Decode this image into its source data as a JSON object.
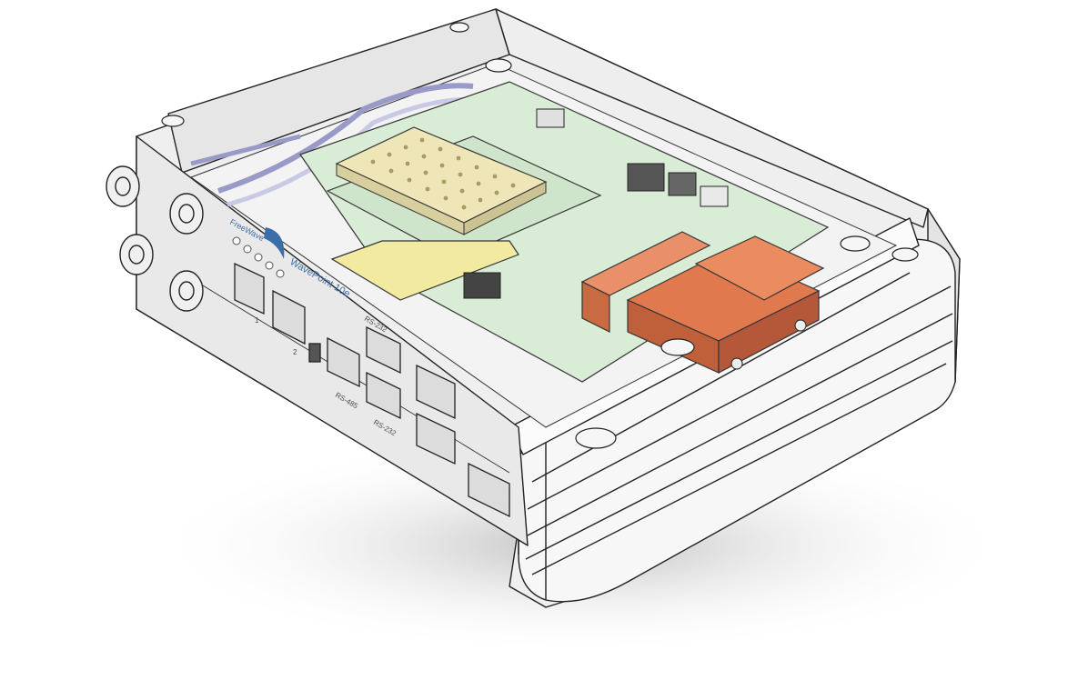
{
  "figure": {
    "brand_logo_text": "FreeWave",
    "product_name": "WavePoint 10e",
    "port_labels": {
      "rs232_top": "RS-232",
      "rs485": "RS-485",
      "rs232_bottom": "RS-232",
      "eth1": "1",
      "eth2": "2"
    }
  },
  "colors": {
    "chassis": "#f4f4f4",
    "chassis_shadow": "#d9d9d9",
    "pcb": "#d9ecd6",
    "radio_shield": "#efe6b8",
    "flex_cable": "#f2eaa0",
    "heatsink": "#e07a4e",
    "cable": "#c9c9e6",
    "logo_blue": "#3b6ea8"
  }
}
